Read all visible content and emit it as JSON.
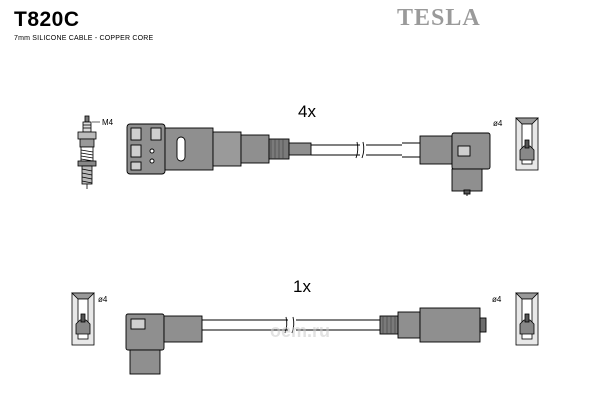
{
  "header": {
    "code": "T820C",
    "subtitle": "7mm SILICONE CABLE - COPPER CORE",
    "brand": "TESLA"
  },
  "set_top": {
    "quantity": "4x",
    "spark_plug_thread": "M4",
    "coil_pin": "ø4"
  },
  "set_bottom": {
    "quantity": "1x",
    "left_pin": "ø4",
    "right_pin": "ø4"
  },
  "watermark": "oem.ru",
  "colors": {
    "boot_fill": "#8f8f8f",
    "boot_dark": "#6d6d6d",
    "line": "#000000",
    "brand": "#9a9a9a"
  }
}
